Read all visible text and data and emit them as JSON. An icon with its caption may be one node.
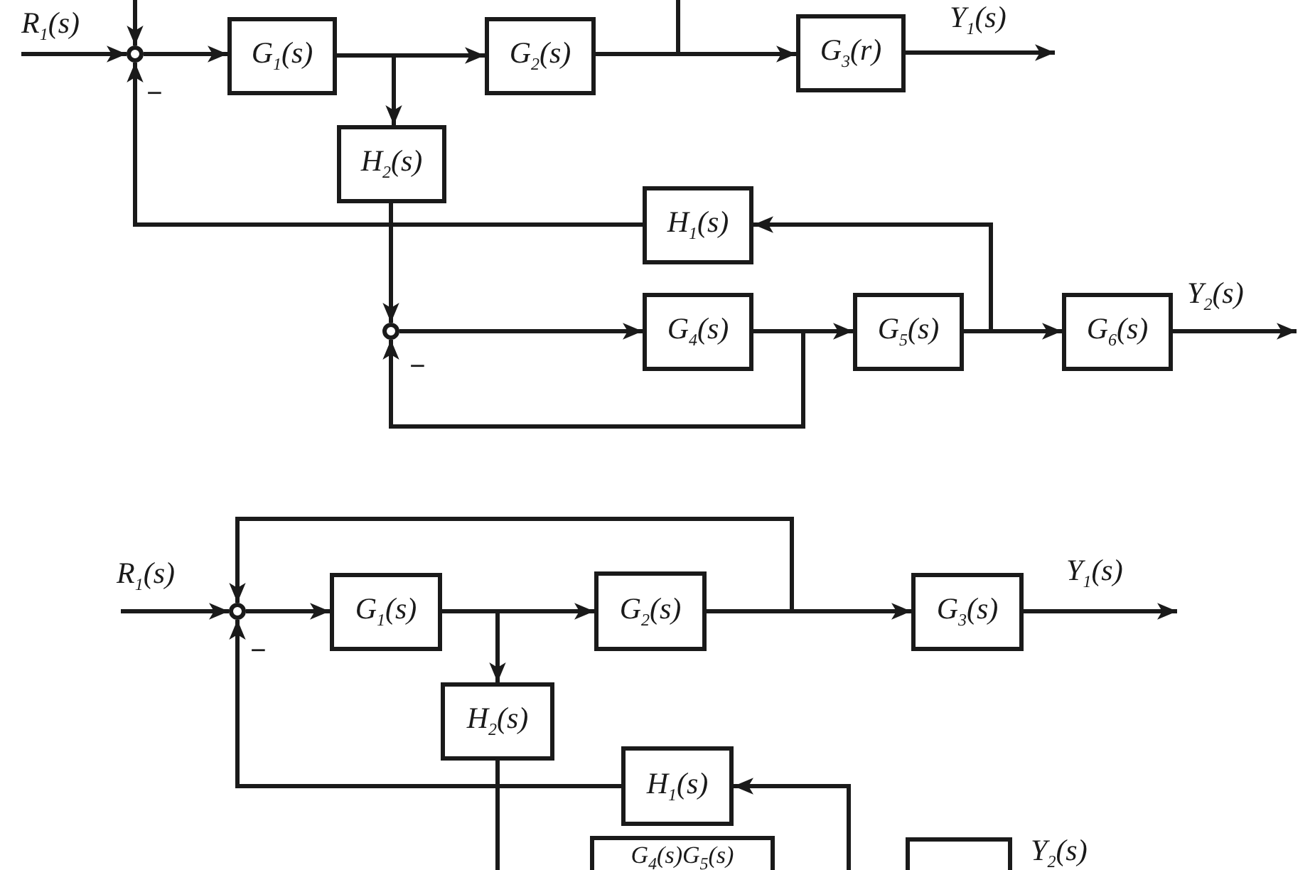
{
  "diagram": {
    "nodes": [
      {
        "text": [],
        "shape": "circle"
      },
      {
        "text": [
          "G$_{1}$(s)"
        ]
      },
      {
        "text": [
          "G$_{2}$(s)"
        ]
      },
      {
        "text": [
          "G$_{3}$(r)"
        ]
      },
      {
        "text": [
          "H$_{2}$(s)"
        ]
      },
      {
        "text": [
          "H$_{1}$(s)"
        ]
      },
      {
        "text": [],
        "shape": "circle"
      },
      {
        "text": [
          "G$_{4}$(s)"
        ]
      },
      {
        "text": [
          "G$_{5}$(s)"
        ]
      },
      {
        "text": [
          "G$_{6}$(s)"
        ]
      },
      {
        "text": [],
        "shape": "circle"
      },
      {
        "text": [
          "G$_{1}$(s)"
        ]
      },
      {
        "text": [
          "G$_{2}$(s)"
        ]
      },
      {
        "text": [
          "G$_{3}$(s)"
        ]
      },
      {
        "text": [
          "H$_{2}$(s)"
        ]
      },
      {
        "text": [
          "H$_{1}$(s)"
        ]
      },
      {
        "text": [
          "G$_{4}$(s)G$_{5}$(s)"
        ]
      },
      {
        "text": [],
        "shape": "box"
      }
    ],
    "edges": [
      {
        "from": null,
        "to": 0,
        "arrow": "to",
        "label": "R$_{1}$(s)"
      },
      {
        "from": null,
        "to": 0,
        "arrow": "to"
      },
      {
        "from": 0,
        "to": 1,
        "arrow": "to"
      },
      {
        "from": 1,
        "to": 2,
        "arrow": "to"
      },
      {
        "from": 1,
        "to": 4,
        "arrow": "to"
      },
      {
        "from": 2,
        "to": 3,
        "arrow": "to"
      },
      {
        "from": 2,
        "to": null,
        "arrow": "none"
      },
      {
        "from": 3,
        "to": null,
        "arrow": "to",
        "label": "Y$_{1}$(s)"
      },
      {
        "from": 4,
        "to": 6,
        "arrow": "to"
      },
      {
        "from": 8,
        "to": 5,
        "arrow": "to"
      },
      {
        "from": 5,
        "to": 0,
        "arrow": "to"
      },
      {
        "from": 6,
        "to": 7,
        "arrow": "to"
      },
      {
        "from": 7,
        "to": 8,
        "arrow": "to"
      },
      {
        "from": 7,
        "to": 6,
        "arrow": "to"
      },
      {
        "from": 8,
        "to": 9,
        "arrow": "to"
      },
      {
        "from": 9,
        "to": null,
        "arrow": "to",
        "label": "Y$_{2}$(s)"
      },
      {
        "from": null,
        "to": 10,
        "arrow": "to",
        "label": "R$_{1}$(s)"
      },
      {
        "from": 10,
        "to": 11,
        "arrow": "to"
      },
      {
        "from": 11,
        "to": 12,
        "arrow": "to"
      },
      {
        "from": 11,
        "to": 14,
        "arrow": "to"
      },
      {
        "from": 12,
        "to": 13,
        "arrow": "to"
      },
      {
        "from": 12,
        "to": 10,
        "arrow": "to"
      },
      {
        "from": 13,
        "to": null,
        "arrow": "to",
        "label": "Y$_{1}$(s)"
      },
      {
        "from": 14,
        "to": null,
        "arrow": "none"
      },
      {
        "from": null,
        "to": 15,
        "arrow": "to"
      },
      {
        "from": 15,
        "to": 10,
        "arrow": "to"
      }
    ],
    "labels": [
      "−",
      "−",
      "−",
      "Y$_{2}$(s)"
    ]
  }
}
